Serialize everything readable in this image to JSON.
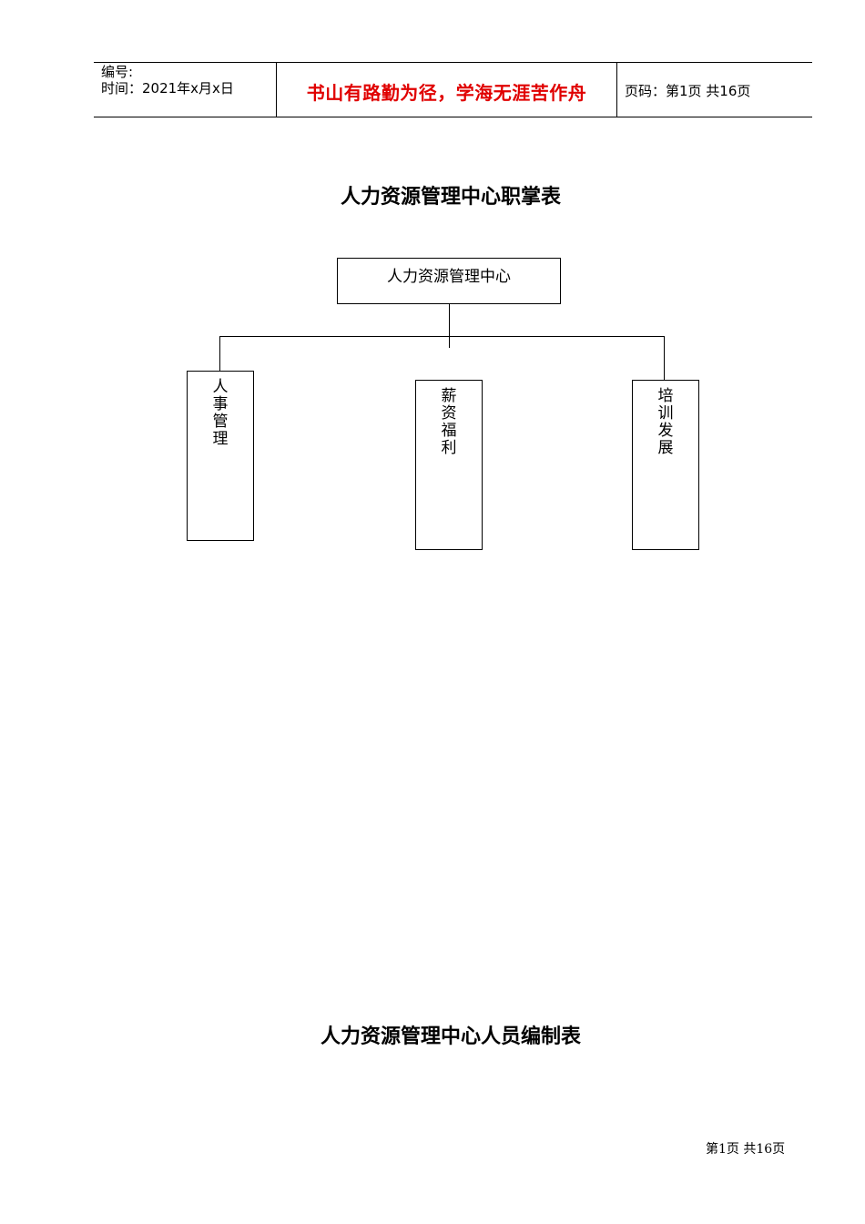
{
  "header": {
    "number_label": "编号:",
    "date_label": "时间：2021年x月x日",
    "motto": "书山有路勤为径，学海无涯苦作舟",
    "page_info": "页码：第1页 共16页"
  },
  "titles": {
    "duties_table": "人力资源管理中心职掌表",
    "staffing_table": "人力资源管理中心人员编制表"
  },
  "org_chart": {
    "root": "人力资源管理中心",
    "children": [
      "人事管理",
      "薪资福利",
      "培训发展"
    ]
  },
  "footer": {
    "page_info": "第1页 共16页"
  }
}
